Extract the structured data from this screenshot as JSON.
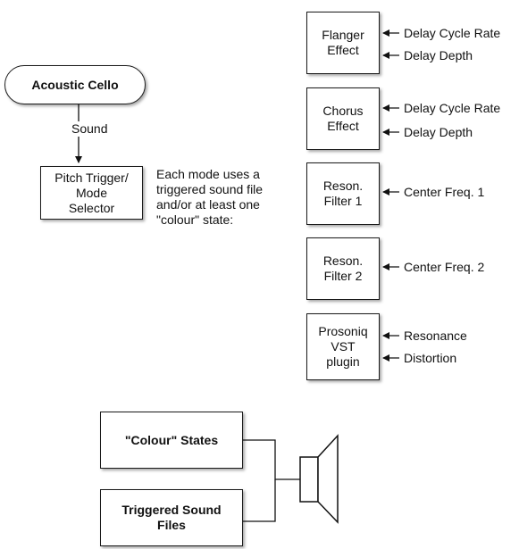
{
  "source": {
    "label": "Acoustic Cello"
  },
  "edge_label": "Sound",
  "selector": {
    "label": "Pitch Trigger/\nMode\nSelector"
  },
  "mode_note": "Each mode uses a\ntriggered sound file\nand/or at least one\n\"colour\" state:",
  "effects": [
    {
      "label": "Flanger\nEffect",
      "params": [
        "Delay Cycle Rate",
        "Delay Depth"
      ]
    },
    {
      "label": "Chorus\nEffect",
      "params": [
        "Delay Cycle Rate",
        "Delay Depth"
      ]
    },
    {
      "label": "Reson.\nFilter 1",
      "params": [
        "Center Freq. 1"
      ]
    },
    {
      "label": "Reson.\nFilter 2",
      "params": [
        "Center Freq. 2"
      ]
    },
    {
      "label": "Prosoniq\nVST\nplugin",
      "params": [
        "Resonance",
        "Distortion"
      ]
    }
  ],
  "outputs": {
    "colour_states": "\"Colour\" States",
    "triggered_files": "Triggered Sound\nFiles"
  },
  "icons": {
    "speaker": "speaker-icon",
    "arrow": "arrow-left-icon"
  }
}
